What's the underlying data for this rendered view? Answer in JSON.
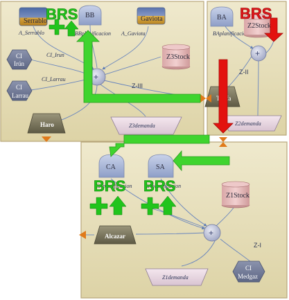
{
  "zones": {
    "z3": {
      "label": "Z-III"
    },
    "z2": {
      "label": "Z-II"
    },
    "z1": {
      "label": "Z-I"
    }
  },
  "reservoirs": {
    "serrablo": {
      "name": "Serrablo",
      "link": "A_Serrablo"
    },
    "gaviota": {
      "name": "Gaviota",
      "link": "A_Gaviota"
    },
    "bb": {
      "name": "BB",
      "link": "BBplanificacion"
    },
    "ba": {
      "name": "BA",
      "link": "BAplanificacion"
    },
    "ca": {
      "name": "CA",
      "link": "CAplanificacion"
    },
    "sa": {
      "name": "SA",
      "link": "SAplanificacion"
    }
  },
  "stocks": {
    "z3": "Z3Stock",
    "z2": "Z2Stock",
    "z1": "Z1Stock"
  },
  "inflows": {
    "irun": {
      "name": "CI\nIrún",
      "line1": "CI",
      "line2": "Irún",
      "link": "CI_Irun"
    },
    "larrau": {
      "line1": "CI",
      "line2": "Larrau",
      "link": "CI_Larrau"
    },
    "medgaz": {
      "line1": "CI",
      "line2": "Medgaz"
    }
  },
  "demands": {
    "z3": "Z3demanda",
    "z2": "Z2demanda",
    "z1": "Z1demanda"
  },
  "exports": {
    "haro": "Haro",
    "tarifa": "Tarifa",
    "alcazar": "Alcazar"
  },
  "junction": {
    "symbol": "+"
  },
  "annotations": {
    "brs": "BRS",
    "brs_color_green": "#21c41c",
    "brs_color_red": "#e0161a"
  },
  "colors": {
    "zone_fill": "#e5ddb9",
    "zone_border": "#b7a67a",
    "flow_green": "#3fd42e",
    "flow_red": "#e3120f",
    "export_orange": "#e07a1a"
  }
}
